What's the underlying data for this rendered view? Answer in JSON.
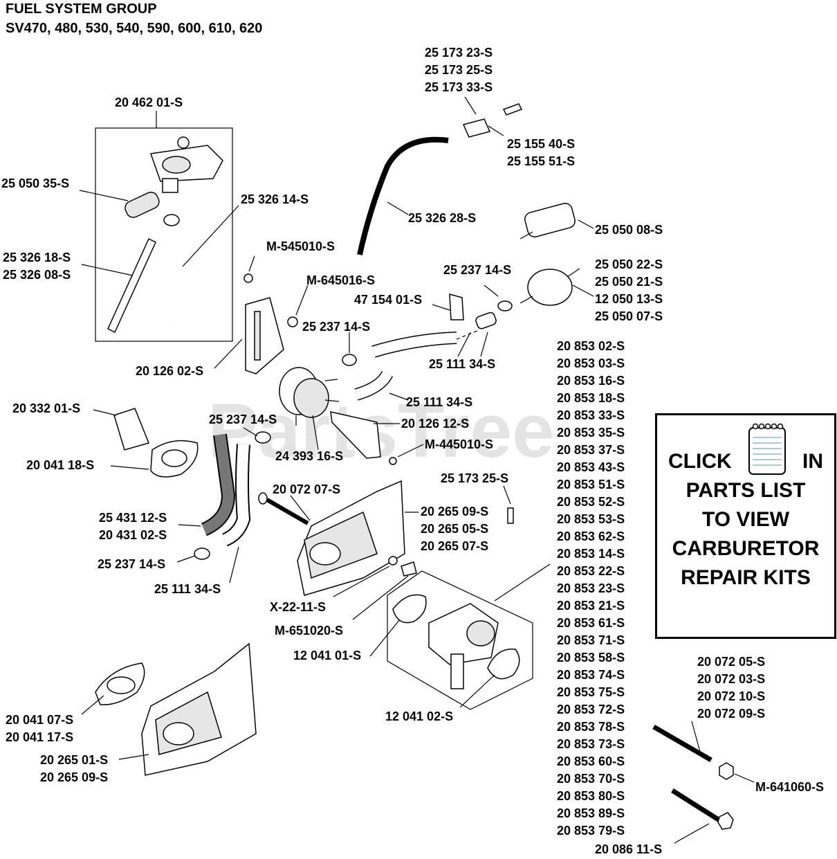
{
  "header": {
    "title": "FUEL SYSTEM GROUP",
    "models": "SV470, 480, 530, 540, 590, 600, 610, 620"
  },
  "watermark": "PartsTree",
  "callout": {
    "click": "CLICK",
    "in": "IN",
    "line1": "PARTS LIST",
    "line2": "TO VIEW",
    "line3": "CARBURETOR",
    "line4": "REPAIR KITS",
    "icon": "notepad-icon"
  },
  "labels": [
    "25 173 23-S",
    "25 173 25-S",
    "25 173 33-S",
    "20 462 01-S",
    "25 155 40-S",
    "25 155 51-S",
    "25 050 35-S",
    "25 326 14-S",
    "25 326 28-S",
    "25 050 08-S",
    "M-545010-S",
    "25 326 18-S",
    "25 326 08-S",
    "25 237 14-S",
    "25 050 22-S",
    "25 050 21-S",
    "12 050 13-S",
    "25 050 07-S",
    "M-645016-S",
    "47 154 01-S",
    "25 237 14-S",
    "25 111 34-S",
    "20 126 02-S",
    "25 111 34-S",
    "20 332 01-S",
    "25 237 14-S",
    "20 126 12-S",
    "M-445010-S",
    "20 041 18-S",
    "24 393 16-S",
    "25 173 25-S",
    "20 072 07-S",
    "20 265 09-S",
    "20 265 05-S",
    "20 265 07-S",
    "25 431 12-S",
    "20 431 02-S",
    "25 237 14-S",
    "25 111 34-S",
    "X-22-11-S",
    "M-651020-S",
    "12 041 01-S",
    "12 041 02-S",
    "20 041 07-S",
    "20 041 17-S",
    "20 265 01-S",
    "20 265 09-S",
    "20 072 05-S",
    "20 072 03-S",
    "20 072 10-S",
    "20 072 09-S",
    "M-641060-S",
    "20 086 11-S"
  ],
  "kit_list": [
    "20 853 02-S",
    "20 853 03-S",
    "20 853 16-S",
    "20 853 18-S",
    "20 853 33-S",
    "20 853 35-S",
    "20 853 37-S",
    "20 853 43-S",
    "20 853 51-S",
    "20 853 52-S",
    "20 853 53-S",
    "20 853 62-S",
    "20 853 14-S",
    "20 853 22-S",
    "20 853 23-S",
    "20 853 21-S",
    "20 853 61-S",
    "20 853 71-S",
    "20 853 58-S",
    "20 853 74-S",
    "20 853 75-S",
    "20 853 72-S",
    "20 853 78-S",
    "20 853 73-S",
    "20 853 60-S",
    "20 853 70-S",
    "20 853 80-S",
    "20 853 89-S",
    "20 853 79-S"
  ]
}
